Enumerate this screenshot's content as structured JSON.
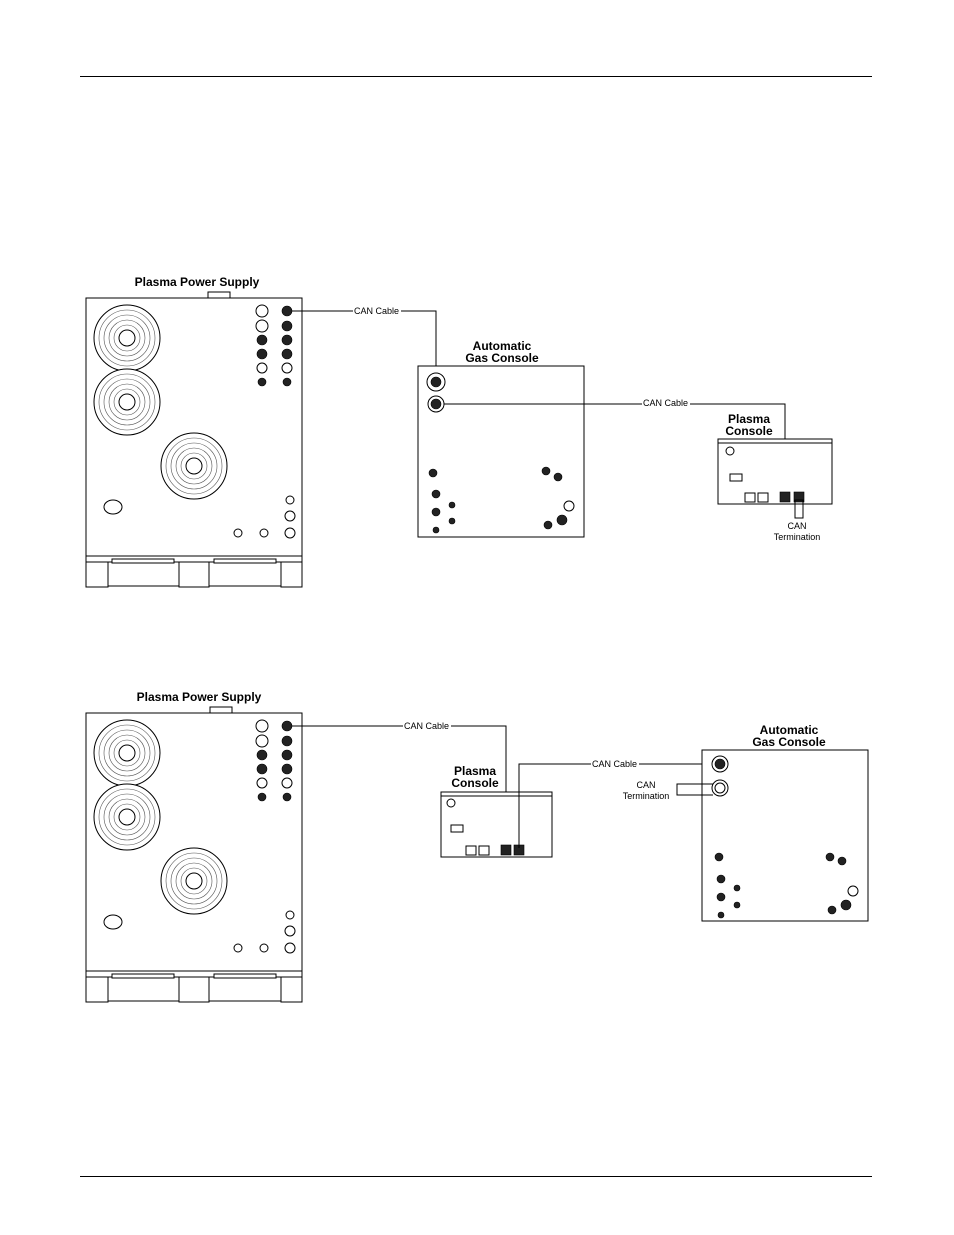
{
  "diagram_top": {
    "power_supply_title": "Plasma Power Supply",
    "gas_console_title_1": "Automatic",
    "gas_console_title_2": "Gas Console",
    "plasma_console_title_1": "Plasma",
    "plasma_console_title_2": "Console",
    "cable_label_1": "CAN Cable",
    "cable_label_2": "CAN Cable",
    "termination_label_1": "CAN",
    "termination_label_2": "Termination"
  },
  "diagram_bottom": {
    "power_supply_title": "Plasma Power Supply",
    "gas_console_title_1": "Automatic",
    "gas_console_title_2": "Gas Console",
    "plasma_console_title_1": "Plasma",
    "plasma_console_title_2": "Console",
    "cable_label_1": "CAN Cable",
    "cable_label_2": "CAN Cable",
    "termination_label_1": "CAN",
    "termination_label_2": "Termination"
  }
}
